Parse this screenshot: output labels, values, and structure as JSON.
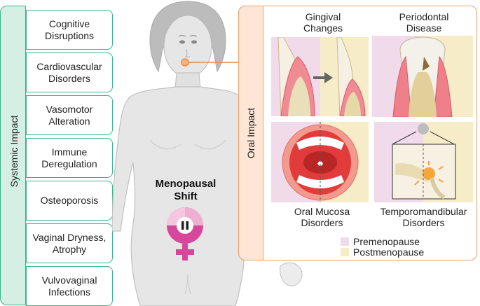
{
  "systemic": {
    "title": "Systemic Impact",
    "items": [
      "Cognitive Disruptions",
      "Cardiovascular Disorders",
      "Vasomotor Alteration",
      "Immune Deregulation",
      "Osteoporosis",
      "Vaginal Dryness, Atrophy",
      "Vulvovaginal Infections"
    ]
  },
  "center": {
    "label_line1": "Menopausal",
    "label_line2": "Shift"
  },
  "oral": {
    "title": "Oral Impact",
    "panels": {
      "gingival": [
        "Gingival",
        "Changes"
      ],
      "periodontal": [
        "Periodontal",
        "Disease"
      ],
      "mucosa": [
        "Oral Mucosa",
        "Disorders"
      ],
      "tmd": [
        "Temporomandibular",
        "Disorders"
      ]
    }
  },
  "legend": {
    "items": [
      {
        "label": "Premenopause",
        "color": "#f1dbea"
      },
      {
        "label": "Postmenopause",
        "color": "#f7ecc8"
      }
    ]
  },
  "colors": {
    "systemic_accent": "#3bb58a",
    "oral_accent": "#f0a06b",
    "symbol": "#d6479b"
  }
}
